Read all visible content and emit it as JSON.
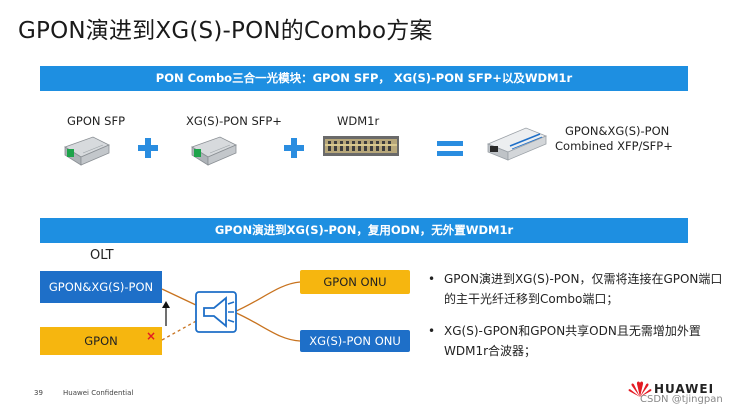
{
  "slide": {
    "title": "GPON演进到XG(S)-PON的Combo方案",
    "banner1": "PON Combo三合一光模块：GPON SFP， XG(S)-PON SFP+以及WDM1r",
    "banner2": "GPON演进到XG(S)-PON，复用ODN，无外置WDM1r"
  },
  "products": {
    "gpon_sfp": "GPON SFP",
    "xgs_sfp": "XG(S)-PON  SFP+",
    "wdm1r": "WDM1r",
    "combined_line1": "GPON&XG(S)-PON",
    "combined_line2": "Combined XFP/SFP+"
  },
  "diagram": {
    "olt": "OLT",
    "combo_port": "GPON&XG(S)-PON",
    "gpon_port": "GPON",
    "gpon_onu": "GPON ONU",
    "xgs_onu": "XG(S)-PON ONU",
    "cross_mark": "×"
  },
  "bullets": [
    "GPON演进到XG(S)-PON，仅需将连接在GPON端口的主干光纤迁移到Combo端口；",
    "XG(S)-GPON和GPON共享ODN且无需增加外置WDM1r合波器；"
  ],
  "bullet_symbol": "•",
  "footer": {
    "page": "39",
    "confidential": "Huawei Confidential",
    "brand": "HUAWEI",
    "watermark": "CSDN @tjingpan"
  },
  "colors": {
    "banner": "#1e8fe1",
    "port_blue": "#1e6fc8",
    "port_yellow": "#f6b60f",
    "fiber_orange": "#c8731f",
    "plus_blue": "#2a8de0",
    "huawei_red": "#e31b23"
  },
  "icons": [
    "gpon-sfp-module-icon",
    "xgs-sfp-module-icon",
    "wdm1r-board-icon",
    "combined-module-icon",
    "splitter-icon",
    "huawei-logo-icon"
  ]
}
